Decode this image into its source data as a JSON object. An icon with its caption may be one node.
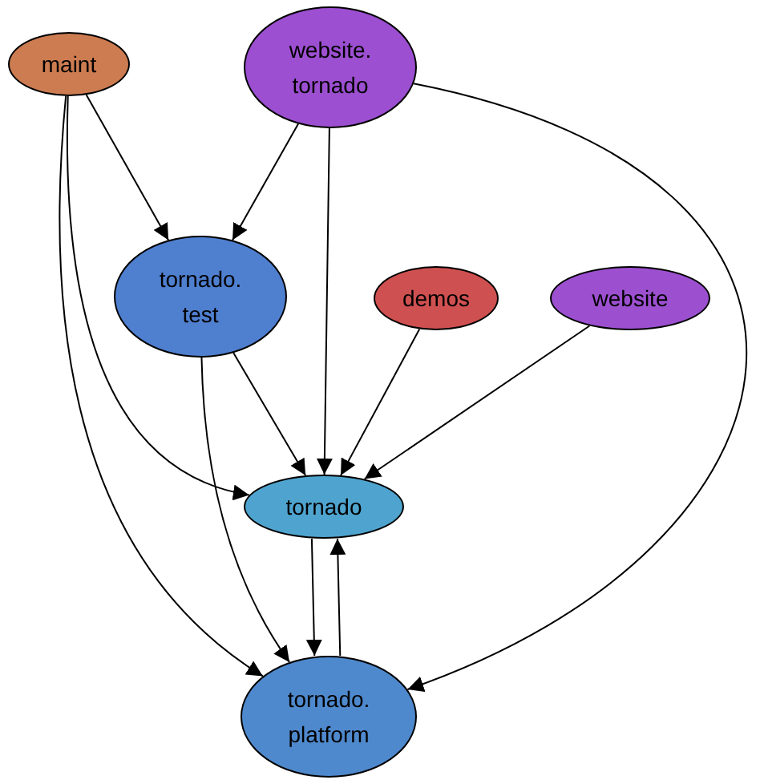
{
  "diagram": {
    "nodes": [
      {
        "text": [
          "maint"
        ]
      },
      {
        "text": [
          "website. tornado"
        ]
      },
      {
        "text": [
          "tornado. test"
        ]
      },
      {
        "text": [
          "demos"
        ]
      },
      {
        "text": [
          "website"
        ]
      },
      {
        "text": [
          "tornado"
        ]
      },
      {
        "text": [
          "tornado. platform"
        ]
      }
    ],
    "edges": [
      {
        "from": 0,
        "to": 2,
        "arrow": "to"
      },
      {
        "from": 0,
        "to": 5,
        "arrow": "to"
      },
      {
        "from": 0,
        "to": 6,
        "arrow": "to"
      },
      {
        "from": 1,
        "to": 2,
        "arrow": "to"
      },
      {
        "from": 1,
        "to": 5,
        "arrow": "to"
      },
      {
        "from": 1,
        "to": 6,
        "arrow": "to"
      },
      {
        "from": 2,
        "to": 5,
        "arrow": "to"
      },
      {
        "from": 2,
        "to": 6,
        "arrow": "to"
      },
      {
        "from": 3,
        "to": 5,
        "arrow": "to"
      },
      {
        "from": 4,
        "to": 5,
        "arrow": "to"
      },
      {
        "from": 5,
        "to": 6,
        "arrow": "to"
      },
      {
        "from": 6,
        "to": 5,
        "arrow": "to"
      }
    ]
  }
}
